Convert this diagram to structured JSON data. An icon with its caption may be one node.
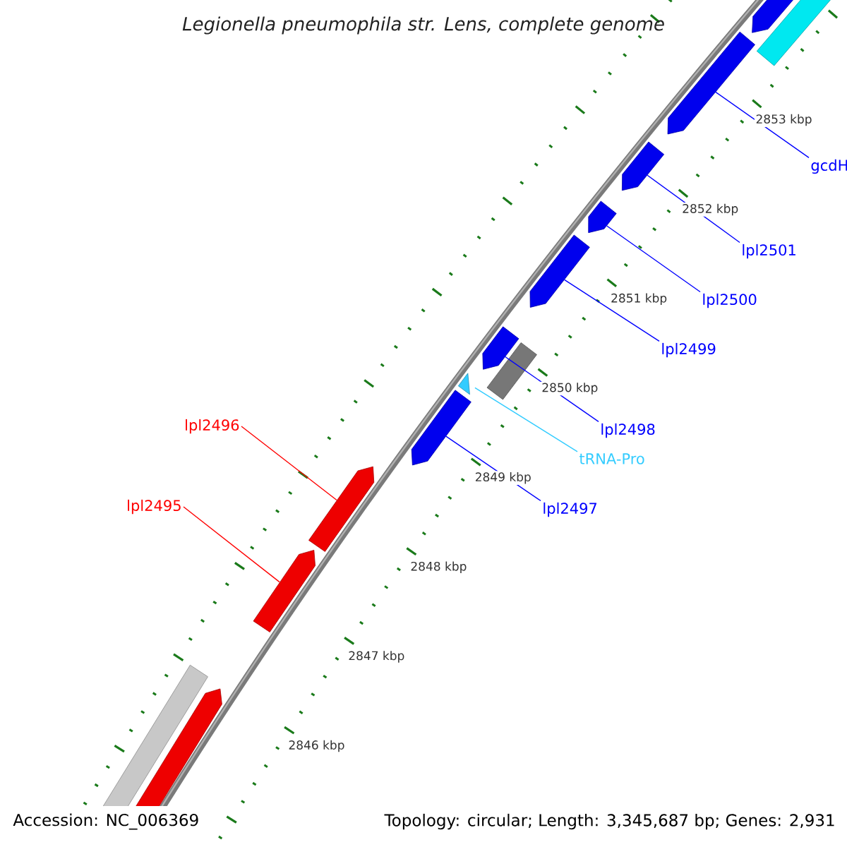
{
  "diagram": {
    "title": "Legionella pneumophila str. Lens, complete genome",
    "nodes": [
      {
        "text": [],
        "shape": "bar"
      },
      {
        "text": [],
        "shape": "arrow"
      },
      {
        "text": [],
        "shape": "arrow"
      },
      {
        "text": [],
        "shape": "arrow"
      },
      {
        "text": [],
        "shape": "arrow"
      },
      {
        "text": [],
        "shape": "arrow"
      },
      {
        "text": [],
        "shape": "arrow"
      },
      {
        "text": [],
        "shape": "bar"
      },
      {
        "text": [],
        "shape": "triangle"
      },
      {
        "text": [],
        "shape": "arrow"
      },
      {
        "text": [],
        "shape": "arrow"
      },
      {
        "text": [],
        "shape": "arrow"
      },
      {
        "text": [],
        "shape": "bar"
      },
      {
        "text": [],
        "shape": "arrow"
      },
      {
        "text": [
          "gcdH"
        ]
      },
      {
        "text": [
          "lpl2501"
        ]
      },
      {
        "text": [
          "lpl2500"
        ]
      },
      {
        "text": [
          "lpl2499"
        ]
      },
      {
        "text": [
          "lpl2498"
        ]
      },
      {
        "text": [
          "tRNA-Pro"
        ]
      },
      {
        "text": [
          "lpl2497"
        ]
      },
      {
        "text": [
          "lpl2496"
        ]
      },
      {
        "text": [
          "lpl2495"
        ]
      }
    ],
    "edges": [
      {
        "from": 14,
        "to": 2,
        "arrow": "none"
      },
      {
        "from": 15,
        "to": 3,
        "arrow": "none"
      },
      {
        "from": 16,
        "to": 4,
        "arrow": "none"
      },
      {
        "from": 17,
        "to": 5,
        "arrow": "none"
      },
      {
        "from": 18,
        "to": 6,
        "arrow": "none"
      },
      {
        "from": 19,
        "to": 8,
        "arrow": "none",
        "color": "#33ccff"
      },
      {
        "from": 20,
        "to": 9,
        "arrow": "none"
      },
      {
        "from": 21,
        "to": 10,
        "arrow": "none",
        "color": "#ff0000"
      },
      {
        "from": 22,
        "to": 11,
        "arrow": "none",
        "color": "#ff0000"
      }
    ],
    "labels": [
      "2853 kbp",
      "2852 kbp",
      "2851 kbp",
      "2850 kbp",
      "2849 kbp",
      "2848 kbp",
      "2847 kbp",
      "2846 kbp",
      "Accession: NC_006369",
      "Topology: circular; Length: 3,345,687 bp; Genes: 2,931"
    ]
  }
}
